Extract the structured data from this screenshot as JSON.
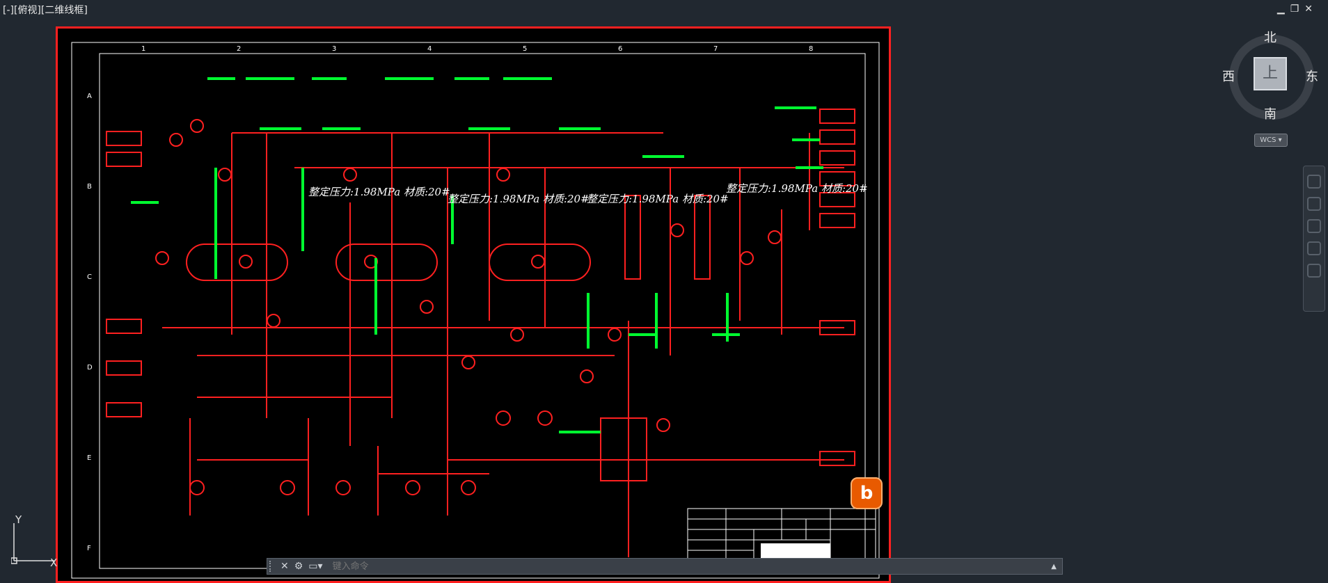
{
  "viewport": {
    "label": "[-][俯视][二维线框]"
  },
  "window_controls": {
    "minimize": "▁",
    "restore": "❐",
    "close": "✕"
  },
  "viewcube": {
    "north": "北",
    "south": "南",
    "west": "西",
    "east": "东",
    "top": "上"
  },
  "wcs": {
    "label": "WCS ▾"
  },
  "ucs": {
    "y": "Y",
    "x": "X"
  },
  "command_line": {
    "placeholder": "键入命令"
  },
  "drawing": {
    "columns": [
      "1",
      "2",
      "3",
      "4",
      "5",
      "6",
      "7",
      "8"
    ],
    "rows": [
      "A",
      "B",
      "C",
      "D",
      "E",
      "F"
    ],
    "notes": [
      "整定压力:1.98MPa 材质:20#",
      "整定压力:1.98MPa 材质:20#",
      "整定压力:1.98MPa 材质:20#",
      "整定压力:1.98MPa 材质:20#"
    ],
    "colors": {
      "line": "#ff2020",
      "label": "#00ff30",
      "text": "#ffffff"
    }
  },
  "icons": [
    "viewcube-icon",
    "steering-wheel-icon",
    "pan-icon",
    "zoom-icon",
    "orbit-icon",
    "showmotion-icon",
    "close-icon",
    "wrench-icon",
    "command-icon",
    "plugin-icon"
  ]
}
